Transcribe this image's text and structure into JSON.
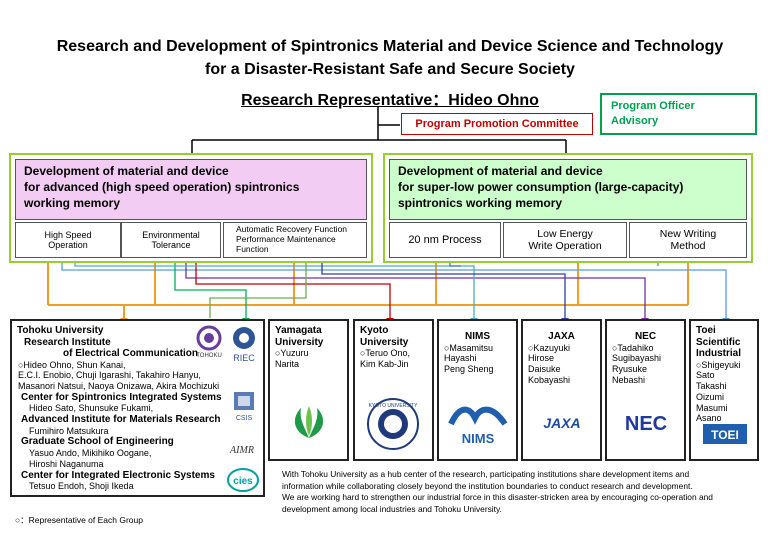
{
  "title": {
    "line1": "Research and Development of Spintronics Material and Device Science and Technology",
    "line2": "for a Disaster-Resistant Safe and Secure Society",
    "rep": "Research Representative：Hideo Ohno"
  },
  "committee": "Program Promotion Committee",
  "officer": {
    "line1": "Program Officer",
    "line2": "Advisory"
  },
  "left_group": {
    "title": [
      "Development of material and device",
      "for advanced (high speed operation) spintronics",
      "working memory"
    ],
    "items": [
      {
        "lines": [
          "High Speed",
          "Operation"
        ]
      },
      {
        "lines": [
          "Environmental",
          "Tolerance"
        ]
      },
      {
        "lines": [
          "Automatic Recovery Function",
          "Performance Maintenance",
          "Function"
        ]
      }
    ]
  },
  "right_group": {
    "title": [
      "Development of material and device",
      "for super-low power consumption (large-capacity)",
      "spintronics working memory"
    ],
    "items": [
      {
        "lines": [
          "20 nm Process"
        ]
      },
      {
        "lines": [
          "Low Energy",
          "Write Operation"
        ]
      },
      {
        "lines": [
          "New Writing",
          "Method"
        ]
      }
    ]
  },
  "tohoku": {
    "name": "Tohoku University",
    "sub1": "Research Institute",
    "sub2": "of Electrical Communication",
    "ppl1": "○Hideo Ohno, Shun Kanai,\nE.C.I. Enobio, Chuji Igarashi, Takahiro Hanyu,\nMasanori Natsui, Naoya Onizawa, Akira Mochizuki",
    "csis": "Center for Spintronics Integrated Systems",
    "ppl2": "Hideo Sato, Shunsuke Fukami,",
    "aimr": "Advanced Institute for Materials Research",
    "ppl3": "Fumihiro Matsukura",
    "gse": "Graduate School of Engineering",
    "ppl4": "Yasuo Ando, Mikihiko Oogane,\nHiroshi Naganuma",
    "cies": "Center for Integrated Electronic Systems",
    "ppl5": "Tetsuo Endoh, Shoji Ikeda",
    "logo_tohoku": "TOHOKU",
    "logo_riec": "RIEC",
    "logo_csis": "CSIS",
    "logo_aimr": "AIMR",
    "logo_cies": "cies"
  },
  "orgs": [
    {
      "name": "Yamagata\nUniversity",
      "ppl": "○Yuzuru\n    Narita"
    },
    {
      "name": "Kyoto\nUniversity",
      "ppl": "○Teruo Ono,\n  Kim Kab-Jin"
    },
    {
      "name": "NIMS",
      "ppl": "○Masamitsu\n        Hayashi\nPeng Sheng"
    },
    {
      "name": "JAXA",
      "ppl": "○Kazuyuki\n          Hirose\nDaisuke\n     Kobayashi"
    },
    {
      "name": "NEC",
      "ppl": "○Tadahiko\n   Sugibayashi\nRyusuke\n       Nebashi"
    },
    {
      "name": "Toei\nScientific\nIndustrial",
      "ppl": "○Shigeyuki\n         Sato\nTakashi\n        Oizumi\nMasumi\n        Asano"
    }
  ],
  "logos": {
    "kyoto": "KYOTO UNIVERSITY",
    "nims": "NIMS",
    "jaxa": "JAXA",
    "nec": "NEC",
    "toei": "TOEI"
  },
  "note": [
    "With Tohoku University as a hub center of the research, participating institutions  share development items and",
    "information while collaborating  closely beyond the institution  boundaries to conduct research and development.",
    "We are working hard to strengthen our industrial force in this disaster-stricken area  by encouraging co-operation and",
    "development among local industries and Tohoku University."
  ],
  "legend": "○：Representative of Each Group",
  "colors": {
    "green_border": "#9acd32",
    "pink": "#f3ccf3",
    "light_green": "#ccffcc",
    "cyan_box": "#00b0f0",
    "orange": "#f39c2a",
    "red_text": "#c00000",
    "officer_green": "#00a050"
  }
}
